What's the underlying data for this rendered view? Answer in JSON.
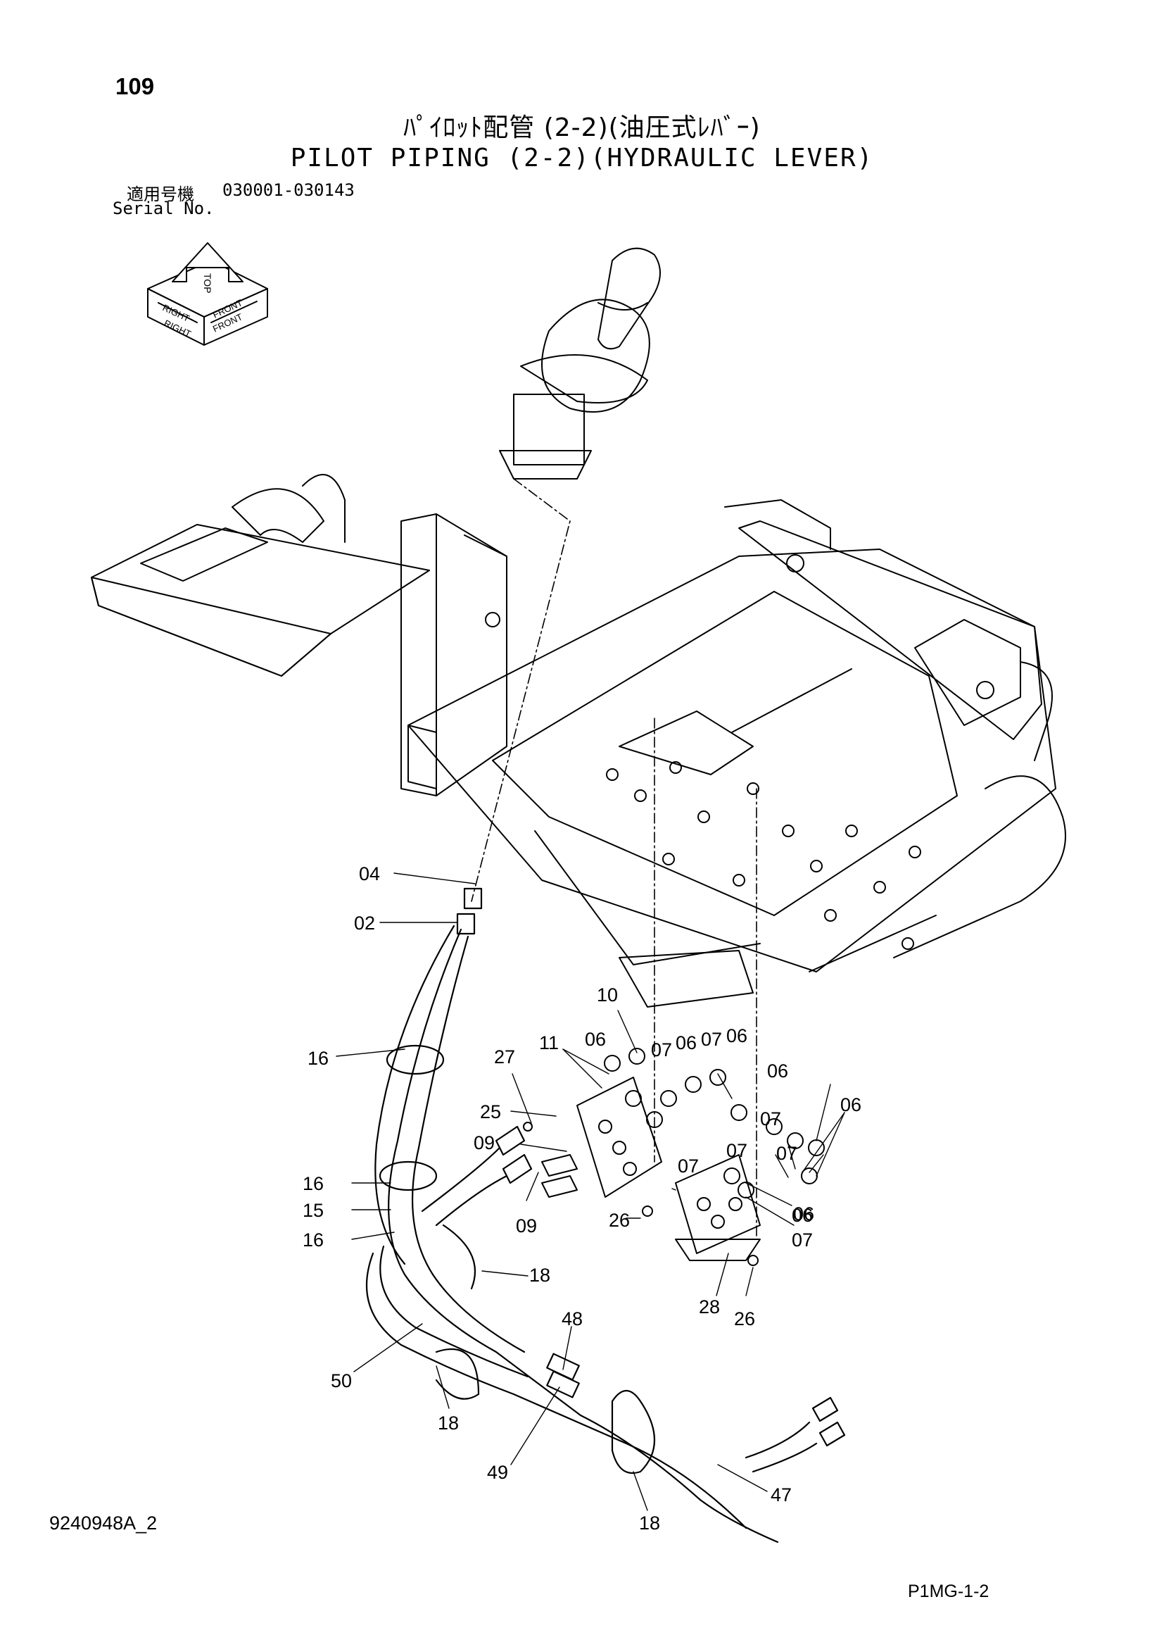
{
  "page_number": "109",
  "title_jp": "ﾊﾟｲﾛｯﾄ配管 (2-2)(油圧式ﾚﾊﾞｰ)",
  "title_en": "PILOT PIPING (2-2)(HYDRAULIC LEVER)",
  "serial": {
    "label_jp": "適用号機",
    "range": "030001-030143",
    "label_en": "Serial No."
  },
  "orientation_labels": [
    "TOP",
    "RIGHT",
    "FRONT",
    "RIGHT",
    "FRONT"
  ],
  "part_labels": [
    "04",
    "02",
    "10",
    "16",
    "11",
    "06",
    "07",
    "06",
    "07",
    "06",
    "27",
    "06",
    "25",
    "07",
    "06",
    "09",
    "07",
    "07",
    "16",
    "07",
    "06",
    "15",
    "09",
    "26",
    "06",
    "16",
    "07",
    "18",
    "28",
    "26",
    "48",
    "50",
    "18",
    "49",
    "47",
    "18"
  ],
  "doc_code": "9240948A_2",
  "page_code": "P1MG-1-2"
}
